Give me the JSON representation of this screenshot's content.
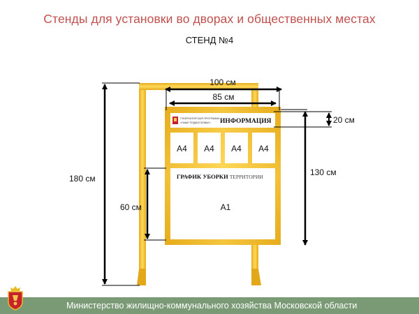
{
  "header": {
    "title": "Стенды для установки во дворах и общественных местах",
    "subtitle": "СТЕНД №4"
  },
  "stand": {
    "banner_left_line1": "ГУБЕРНАТОРСКАЯ ПРОГРАММА",
    "banner_left_line2": "«НАШЕ ПОДМОСКОВЬЕ»",
    "banner_title": "ИНФОРМАЦИЯ",
    "a4_labels": [
      "А4",
      "А4",
      "А4",
      "А4"
    ],
    "schedule_title_part1": "ГРАФИК УБОРКИ",
    "schedule_title_part2": "ТЕРРИТОРИИ",
    "a1_label": "А1"
  },
  "dimensions": {
    "total_width": "100 см",
    "panel_width": "85 см",
    "banner_height": "20 см",
    "panel_height": "130 см",
    "total_height": "180 см",
    "lower_panel_height": "60 см"
  },
  "colors": {
    "frame_gold": "#f0c034",
    "frame_gold_dark": "#d9a514",
    "title_red": "#c0504d",
    "footer_green": "#7a9a75"
  },
  "footer": {
    "text": "Министерство жилищно-коммунального хозяйства Московской области"
  }
}
